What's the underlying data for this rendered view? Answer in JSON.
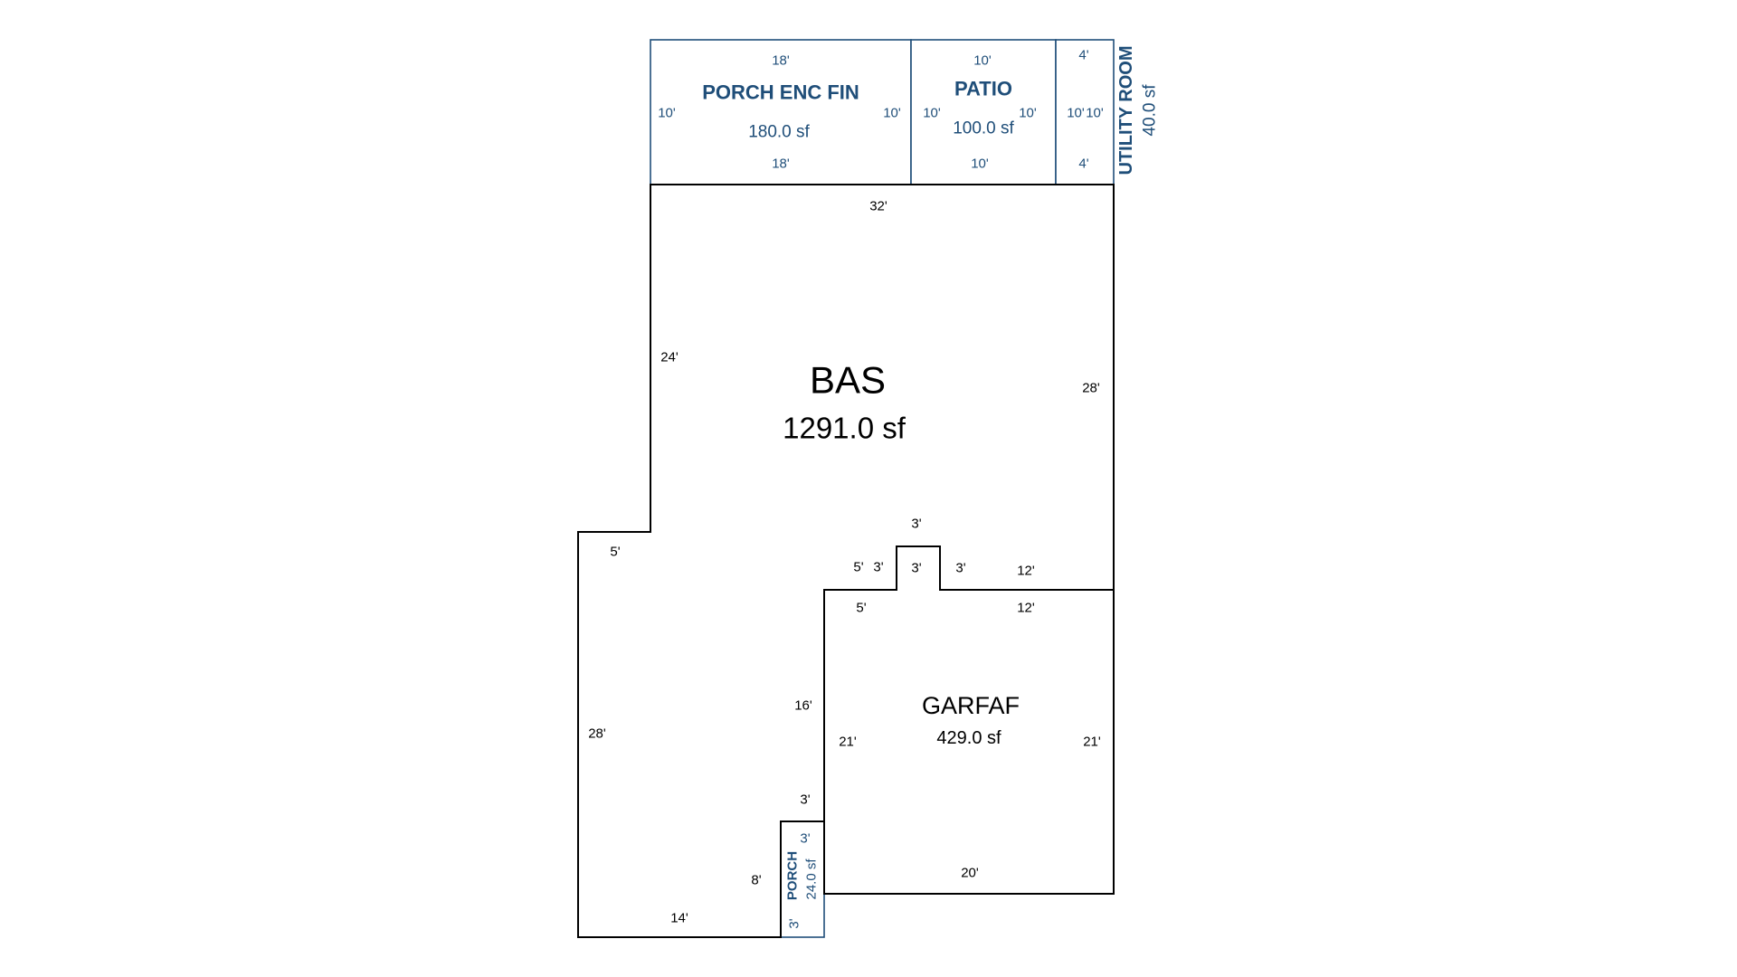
{
  "colors": {
    "accent": "#1f4e79",
    "wall": "#000000",
    "background": "#ffffff"
  },
  "rooms": {
    "porch_enc_fin": {
      "title": "PORCH ENC FIN",
      "area": "180.0 sf",
      "dim_top": "18'",
      "dim_bottom": "18'",
      "dim_left": "10'",
      "dim_right": "10'"
    },
    "patio": {
      "title": "PATIO",
      "area": "100.0 sf",
      "dim_top": "10'",
      "dim_bottom": "10'",
      "dim_left": "10'",
      "dim_right": "10'"
    },
    "utility_room": {
      "title": "UTILITY ROOM",
      "area": "40.0 sf",
      "dim_top": "4'",
      "dim_bottom": "4'",
      "dim_left_a": "10'",
      "dim_left_b": "10'"
    },
    "bas": {
      "title": "BAS",
      "area": "1291.0 sf",
      "dim_top": "32'",
      "dim_left_upper": "24'",
      "dim_right": "28'",
      "dim_step": "5'",
      "dim_left_lower": "28'",
      "dim_bottom": "14'",
      "dim_inner": "16'",
      "dim_ledge": "3'",
      "dim_side": "8'"
    },
    "garfaf": {
      "title": "GARFAF",
      "area": "429.0 sf",
      "dim_left": "21'",
      "dim_right": "21'",
      "dim_bottom": "20'",
      "dim_top_a": "12'",
      "dim_top_b": "12'",
      "dim_tl_a": "5'",
      "dim_tl_b": "5'",
      "notch_top": "3'",
      "notch_left": "3'",
      "notch_inner": "3'",
      "notch_right": "3'"
    },
    "porch": {
      "title": "PORCH",
      "area": "24.0 sf",
      "dim_top": "3'",
      "dim_bottom": "3'"
    }
  }
}
